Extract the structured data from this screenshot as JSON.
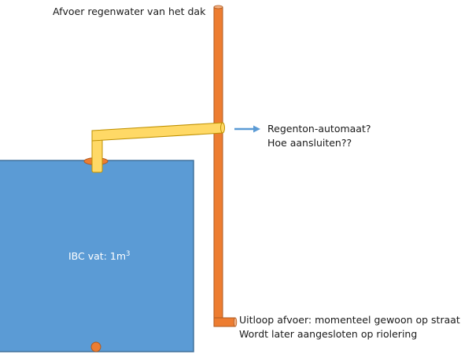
{
  "labels": {
    "roof_drain": "Afvoer regenwater van het dak",
    "automat_line1": "Regenton-automaat?",
    "automat_line2": "Hoe aansluiten??",
    "tank": "IBC vat: 1m",
    "tank_superscript": "3",
    "outlet_line1": "Uitloop afvoer: momenteel gewoon op straat",
    "outlet_line2": "Wordt later aangesloten op riolering"
  },
  "colors": {
    "tank_fill": "#5b9bd5",
    "tank_stroke": "#41719c",
    "downpipe": "#ed7d31",
    "downpipe_stroke": "#ae5a21",
    "connector_pipe": "#ffd966",
    "connector_stroke": "#bf9000",
    "arrow": "#5b9bd5"
  }
}
